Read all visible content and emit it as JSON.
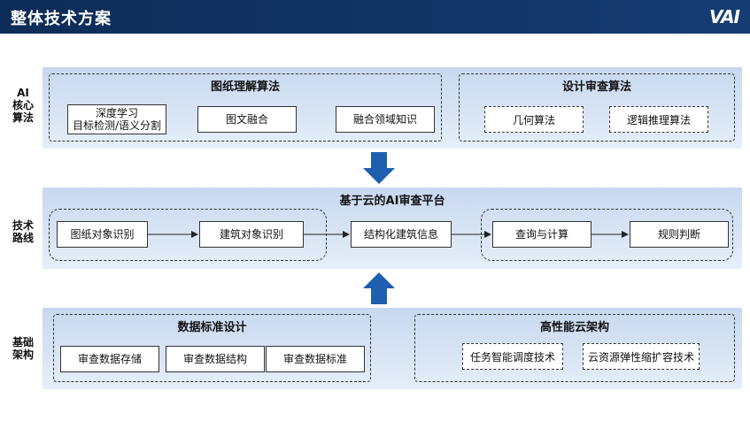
{
  "header": {
    "title": "整体技术方案",
    "logo": "VAI"
  },
  "row_labels": {
    "ai_core": "AI\n核心\n算法",
    "tech_route": "技术\n路线",
    "infra": "基础\n架构"
  },
  "ai_core": {
    "drawing_understanding": {
      "title": "图纸理解算法",
      "items": [
        "深度学习\n目标检测/语义分割",
        "图文融合",
        "融合领域知识"
      ]
    },
    "design_review": {
      "title": "设计审查算法",
      "items": [
        "几何算法",
        "逻辑推理算法"
      ]
    }
  },
  "platform": {
    "title": "基于云的AI审查平台",
    "steps": [
      "图纸对象识别",
      "建筑对象识别",
      "结构化建筑信息",
      "查询与计算",
      "规则判断"
    ]
  },
  "infra": {
    "data_standard": {
      "title": "数据标准设计",
      "items": [
        "审查数据存储",
        "审查数据结构",
        "审查数据标准"
      ]
    },
    "cloud_arch": {
      "title": "高性能云架构",
      "items": [
        "任务智能调度技术",
        "云资源弹性缩扩容技术"
      ]
    }
  },
  "colors": {
    "header": "#0d2b57",
    "arrow": "#1f5fb0",
    "band": "#d6e3f4"
  }
}
